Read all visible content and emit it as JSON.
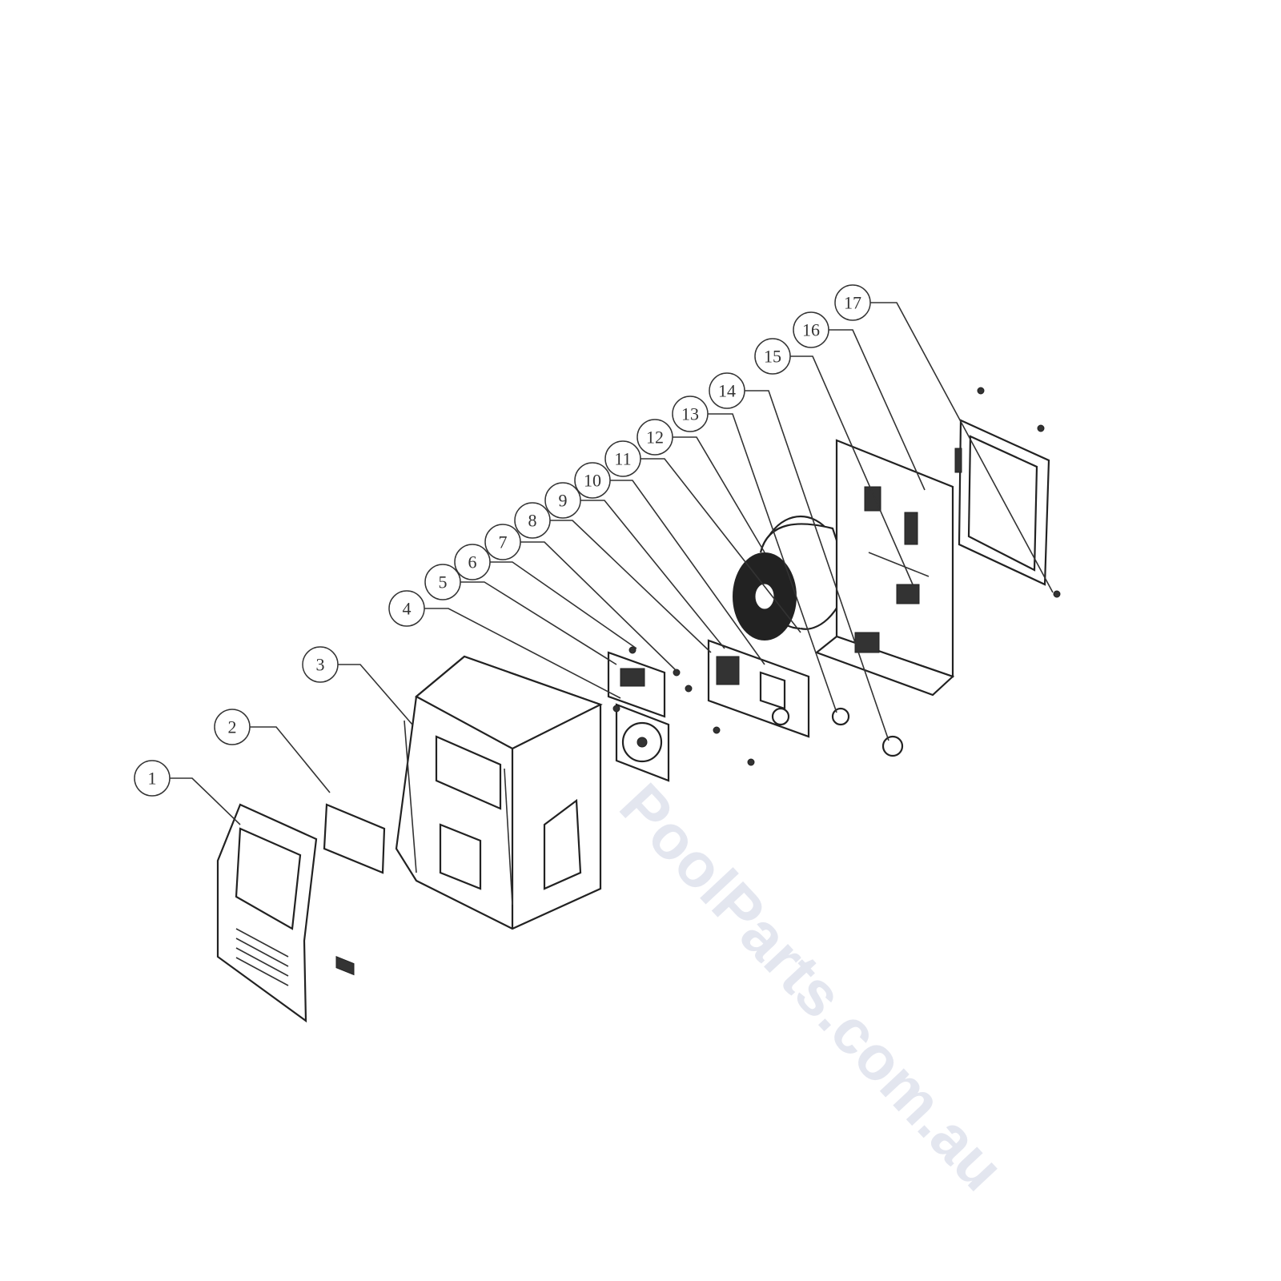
{
  "diagram": {
    "watermark": "PoolParts.com.au",
    "callouts": [
      "1",
      "2",
      "3",
      "4",
      "5",
      "6",
      "7",
      "8",
      "9",
      "10",
      "11",
      "12",
      "13",
      "14",
      "15",
      "16",
      "17"
    ]
  }
}
